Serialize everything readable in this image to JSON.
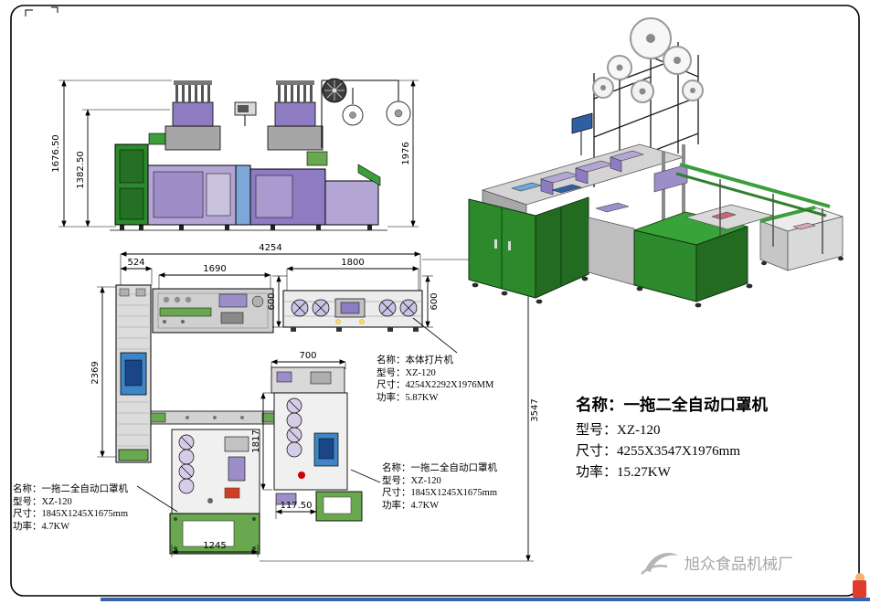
{
  "drawing": {
    "watermark_text": "旭众食品机械厂"
  },
  "main_spec": {
    "name": "名称：一拖二全自动口罩机",
    "model": "型号：XZ-120",
    "size": "尺寸：4255X3547X1976mm",
    "power": "功率：15.27KW"
  },
  "annotations": {
    "punch": {
      "name": "名称：本体打片机",
      "model": "型号：XZ-120",
      "size": "尺寸：4254X2292X1976MM",
      "power": "功率：5.87KW"
    },
    "mask_left": {
      "name": "名称：一拖二全自动口罩机",
      "model": "型号：XZ-120",
      "size": "尺寸：1845X1245X1675mm",
      "power": "功率：4.7KW"
    },
    "mask_right": {
      "name": "名称：一拖二全自动口罩机",
      "model": "型号：XZ-120",
      "size": "尺寸：1845X1245X1675mm",
      "power": "功率：4.7KW"
    }
  },
  "dimensions": {
    "front_height_outer": "1676.50",
    "front_height_inner": "1382.50",
    "front_height_right": "1976",
    "plan_width_total": "4254",
    "plan_524": "524",
    "plan_1690": "1690",
    "plan_1800": "1800",
    "plan_600_left": "600",
    "plan_600_right": "600",
    "plan_2369": "2369",
    "plan_700": "700",
    "plan_1817": "1817",
    "plan_3547": "3547",
    "plan_117_50": "117.50",
    "plan_1245": "1245"
  },
  "colors": {
    "machine_green": "#2c8a2c",
    "base_green": "#6aa84f",
    "panel_purple": "#8e7cc3",
    "panel_lavender": "#b3a6d4",
    "accent_blue": "#3d85c6",
    "accent_pink": "#d5a6bd",
    "line_black": "#000000",
    "bottom_bar_blue": "#3b62ad"
  }
}
